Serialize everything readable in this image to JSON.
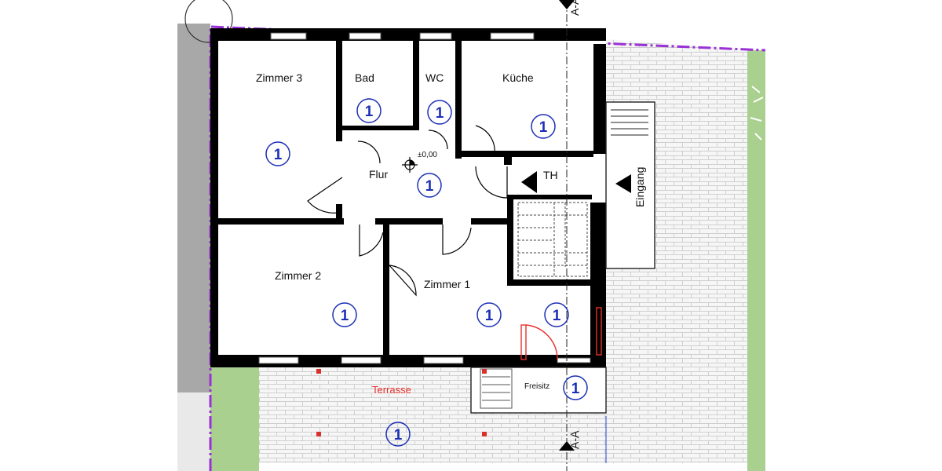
{
  "colors": {
    "wall": "#000000",
    "paving": "#f6f6f6",
    "grass": "#a9d08e",
    "neighbor": "#a8a8a8",
    "boundary": "#9a31d6",
    "badge": "#1b2fb6",
    "terrace_label": "#e8302a",
    "door_red": "#e8302a"
  },
  "rooms": {
    "zimmer3": "Zimmer 3",
    "bad": "Bad",
    "wc": "WC",
    "kueche": "Küche",
    "flur": "Flur",
    "zimmer2": "Zimmer 2",
    "zimmer1": "Zimmer 1",
    "terrasse": "Terrasse",
    "freisitz": "Freisitz"
  },
  "labels": {
    "level": "±0,00",
    "th": "TH",
    "eingang": "Eingang",
    "section_top": "A-A",
    "section_bottom": "A-A"
  },
  "badge_value": "1",
  "icons": {
    "level_marker": "level-cross-icon",
    "section_arrow": "triangle-arrow-icon",
    "entrance_arrow": "triangle-arrow-icon"
  }
}
